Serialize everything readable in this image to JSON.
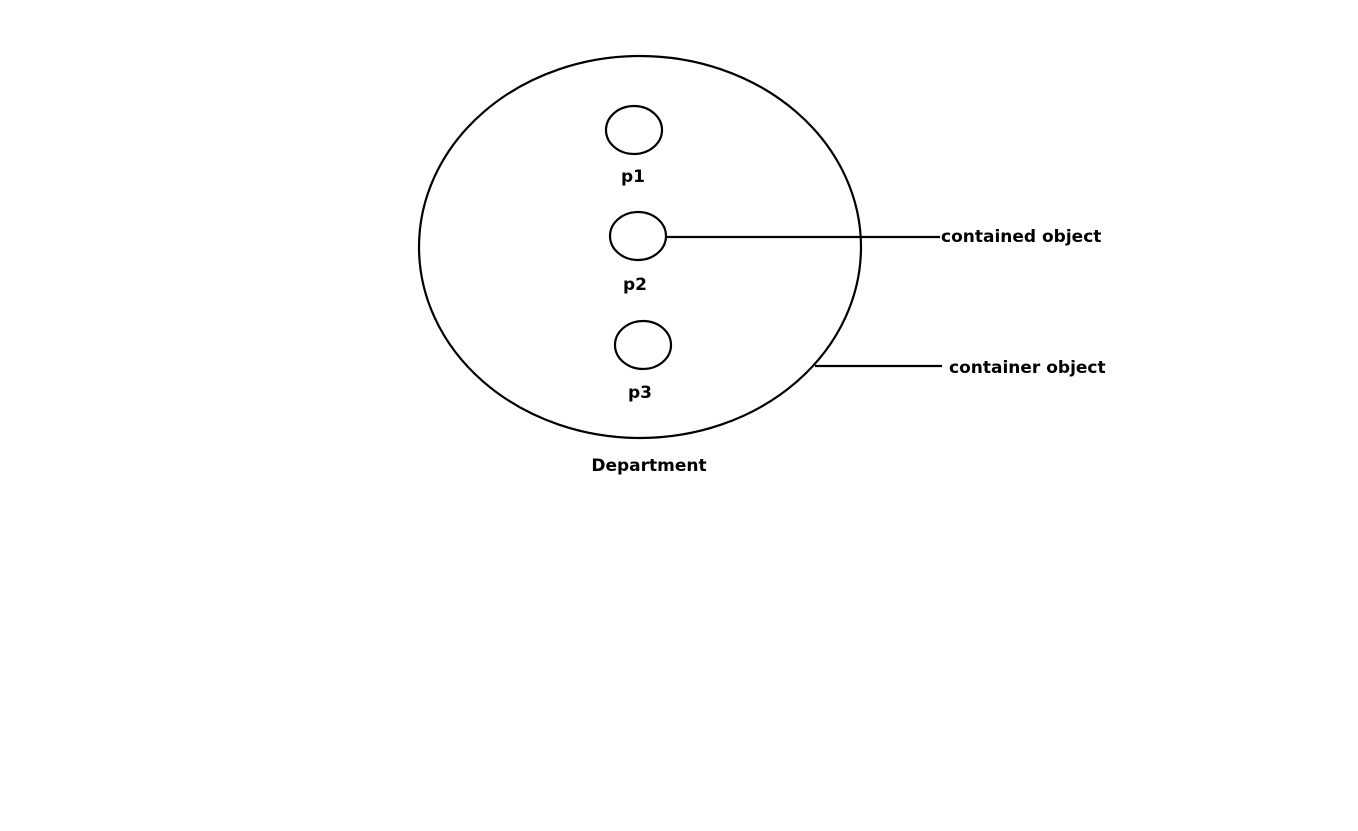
{
  "diagram": {
    "container": {
      "label": "Department"
    },
    "contained_items": [
      {
        "label": "p1"
      },
      {
        "label": "p2"
      },
      {
        "label": "p3"
      }
    ],
    "annotations": {
      "contained_object": "contained object",
      "container_object": "container object"
    },
    "stroke_color": "#000000",
    "background_color": "#ffffff"
  }
}
